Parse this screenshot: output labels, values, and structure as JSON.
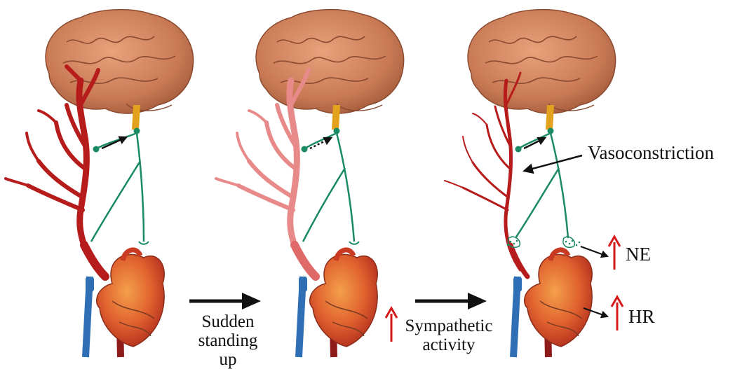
{
  "panels": [
    {
      "state": "baseline"
    },
    {
      "state": "after-standing"
    },
    {
      "state": "compensation"
    }
  ],
  "transitions": [
    {
      "label_line1": "Sudden",
      "label_line2": "standing up"
    },
    {
      "label_line1": "Sympathetic",
      "label_line2": "activity",
      "indicator": "increase"
    }
  ],
  "annotations": {
    "vasoconstriction": "Vasoconstriction",
    "ne": "NE",
    "hr": "HR"
  },
  "colors": {
    "brain": "#c97a55",
    "artery": "#b71c1c",
    "artery_pale": "#e88a8a",
    "nerve": "#1a8a64",
    "heart": "#d9452a",
    "vein": "#2f6fb5",
    "increase_arrow": "#d61a1a",
    "arrow": "#111111"
  },
  "icons": [
    "brain-icon",
    "heart-icon",
    "artery-tree",
    "nerve-pathway",
    "increase-arrow-icon"
  ]
}
